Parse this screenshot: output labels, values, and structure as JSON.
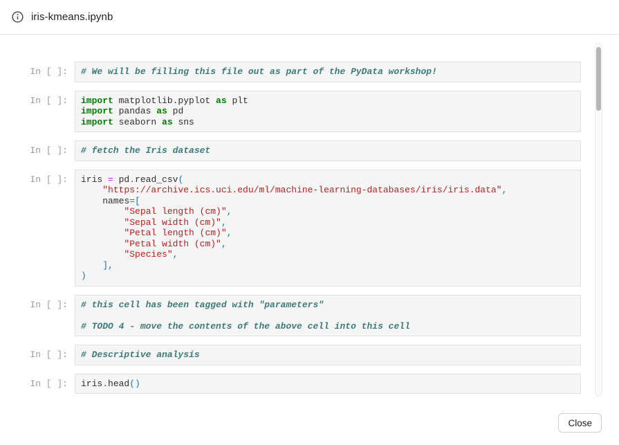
{
  "header": {
    "title": "iris-kmeans.ipynb",
    "icon": "info-icon"
  },
  "footer": {
    "close_label": "Close"
  },
  "colors": {
    "keyword": "#008000",
    "comment": "#3d7b7b",
    "string": "#ba2121",
    "operator": "#aa22ff",
    "punctuation": "#2170b8",
    "cell_background": "#f5f5f5",
    "cell_border": "#e1e1e1",
    "prompt_text": "#9b9b9b"
  },
  "notebook": {
    "prompt": "In [ ]:",
    "cells": [
      {
        "lines": [
          [
            {
              "t": "c",
              "v": "# We will be filling this file out as part of the PyData workshop!"
            }
          ]
        ]
      },
      {
        "lines": [
          [
            {
              "t": "k",
              "v": "import"
            },
            {
              "t": "n",
              "v": " matplotlib.pyplot "
            },
            {
              "t": "k",
              "v": "as"
            },
            {
              "t": "n",
              "v": " plt"
            }
          ],
          [
            {
              "t": "k",
              "v": "import"
            },
            {
              "t": "n",
              "v": " pandas "
            },
            {
              "t": "k",
              "v": "as"
            },
            {
              "t": "n",
              "v": " pd"
            }
          ],
          [
            {
              "t": "k",
              "v": "import"
            },
            {
              "t": "n",
              "v": " seaborn "
            },
            {
              "t": "k",
              "v": "as"
            },
            {
              "t": "n",
              "v": " sns"
            }
          ]
        ]
      },
      {
        "lines": [
          [
            {
              "t": "c",
              "v": "# fetch the Iris dataset"
            }
          ]
        ]
      },
      {
        "lines": [
          [
            {
              "t": "n",
              "v": "iris "
            },
            {
              "t": "o",
              "v": "="
            },
            {
              "t": "n",
              "v": " pd"
            },
            {
              "t": "o",
              "v": "."
            },
            {
              "t": "n",
              "v": "read_csv"
            },
            {
              "t": "p",
              "v": "("
            }
          ],
          [
            {
              "t": "n",
              "v": "    "
            },
            {
              "t": "s",
              "v": "\"https://archive.ics.uci.edu/ml/machine-learning-databases/iris/iris.data\""
            },
            {
              "t": "p",
              "v": ","
            }
          ],
          [
            {
              "t": "n",
              "v": "    names"
            },
            {
              "t": "o",
              "v": "="
            },
            {
              "t": "p",
              "v": "["
            }
          ],
          [
            {
              "t": "n",
              "v": "        "
            },
            {
              "t": "s",
              "v": "\"Sepal length (cm)\""
            },
            {
              "t": "p",
              "v": ","
            }
          ],
          [
            {
              "t": "n",
              "v": "        "
            },
            {
              "t": "s",
              "v": "\"Sepal width (cm)\""
            },
            {
              "t": "p",
              "v": ","
            }
          ],
          [
            {
              "t": "n",
              "v": "        "
            },
            {
              "t": "s",
              "v": "\"Petal length (cm)\""
            },
            {
              "t": "p",
              "v": ","
            }
          ],
          [
            {
              "t": "n",
              "v": "        "
            },
            {
              "t": "s",
              "v": "\"Petal width (cm)\""
            },
            {
              "t": "p",
              "v": ","
            }
          ],
          [
            {
              "t": "n",
              "v": "        "
            },
            {
              "t": "s",
              "v": "\"Species\""
            },
            {
              "t": "p",
              "v": ","
            }
          ],
          [
            {
              "t": "n",
              "v": "    "
            },
            {
              "t": "p",
              "v": "],"
            }
          ],
          [
            {
              "t": "p",
              "v": ")"
            }
          ]
        ]
      },
      {
        "lines": [
          [
            {
              "t": "c",
              "v": "# this cell has been tagged with \"parameters\""
            }
          ],
          [],
          [
            {
              "t": "c",
              "v": "# TODO 4 - move the contents of the above cell into this cell"
            }
          ]
        ]
      },
      {
        "lines": [
          [
            {
              "t": "c",
              "v": "# Descriptive analysis"
            }
          ]
        ]
      },
      {
        "lines": [
          [
            {
              "t": "n",
              "v": "iris"
            },
            {
              "t": "o",
              "v": "."
            },
            {
              "t": "n",
              "v": "head"
            },
            {
              "t": "p",
              "v": "()"
            }
          ]
        ]
      }
    ]
  }
}
